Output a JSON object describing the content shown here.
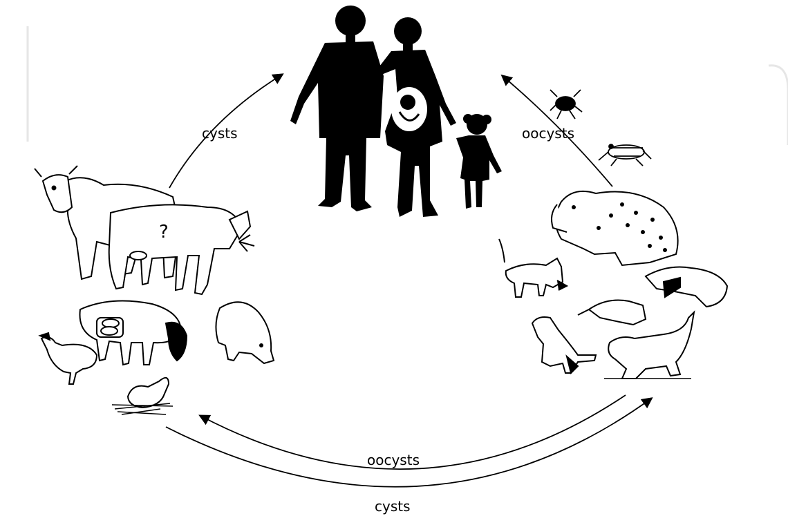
{
  "labels": {
    "cysts_top": "cysts",
    "oocysts_top": "oocysts",
    "question_mark": "?",
    "oocysts_bottom": "oocysts",
    "cysts_bottom": "cysts"
  },
  "colors": {
    "ink": "#000000",
    "background": "#ffffff",
    "watermark": "#e6e6e6"
  },
  "figures": {
    "human_group": [
      "man",
      "pregnant-woman",
      "child"
    ],
    "intermediate_hosts": [
      "cow",
      "calf",
      "sheep",
      "pig",
      "chicken",
      "hen-on-nest"
    ],
    "feline_hosts": [
      "leopard",
      "cat",
      "cat",
      "cat",
      "cat",
      "cat"
    ],
    "vectors": [
      "cockroach",
      "fly"
    ]
  }
}
